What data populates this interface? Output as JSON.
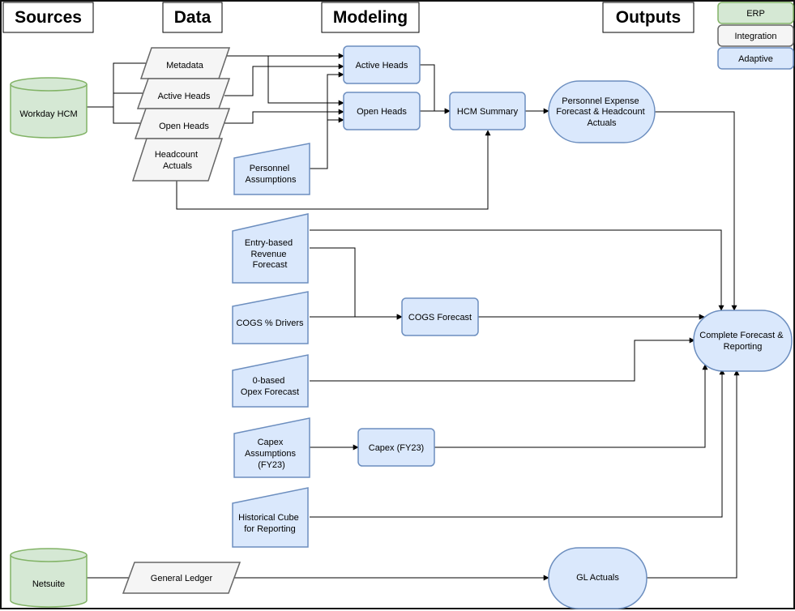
{
  "headers": {
    "sources": "Sources",
    "data": "Data",
    "modeling": "Modeling",
    "outputs": "Outputs"
  },
  "legend": {
    "erp": "ERP",
    "integration": "Integration",
    "adaptive": "Adaptive"
  },
  "colors": {
    "erp_fill": "#d5e8d4",
    "erp_stroke": "#82b366",
    "integration_fill": "#f5f5f5",
    "integration_stroke": "#666666",
    "adaptive_fill": "#dae8fc",
    "adaptive_stroke": "#6c8ebf"
  },
  "nodes": {
    "workday_hcm": "Workday HCM",
    "netsuite": "Netsuite",
    "metadata": "Metadata",
    "active_heads_data": "Active Heads",
    "open_heads_data": "Open Heads",
    "headcount_actuals": [
      "Headcount",
      "Actuals"
    ],
    "general_ledger": "General Ledger",
    "personnel_assumptions": [
      "Personnel",
      "Assumptions"
    ],
    "entry_revenue": [
      "Entry-based",
      "Revenue",
      "Forecast"
    ],
    "cogs_drivers": "COGS % Drivers",
    "opex_forecast": [
      "0-based",
      "Opex Forecast"
    ],
    "capex_assumptions": [
      "Capex",
      "Assumptions",
      "(FY23)"
    ],
    "historical_cube": [
      "Historical Cube",
      "for Reporting"
    ],
    "active_heads_model": "Active Heads",
    "open_heads_model": "Open Heads",
    "hcm_summary": "HCM Summary",
    "cogs_forecast": "COGS Forecast",
    "capex_fy23": "Capex (FY23)",
    "personnel_expense": [
      "Personnel Expense",
      "Forecast & Headcount",
      "Actuals"
    ],
    "gl_actuals": "GL Actuals",
    "complete_forecast": [
      "Complete Forecast &",
      "Reporting"
    ]
  }
}
